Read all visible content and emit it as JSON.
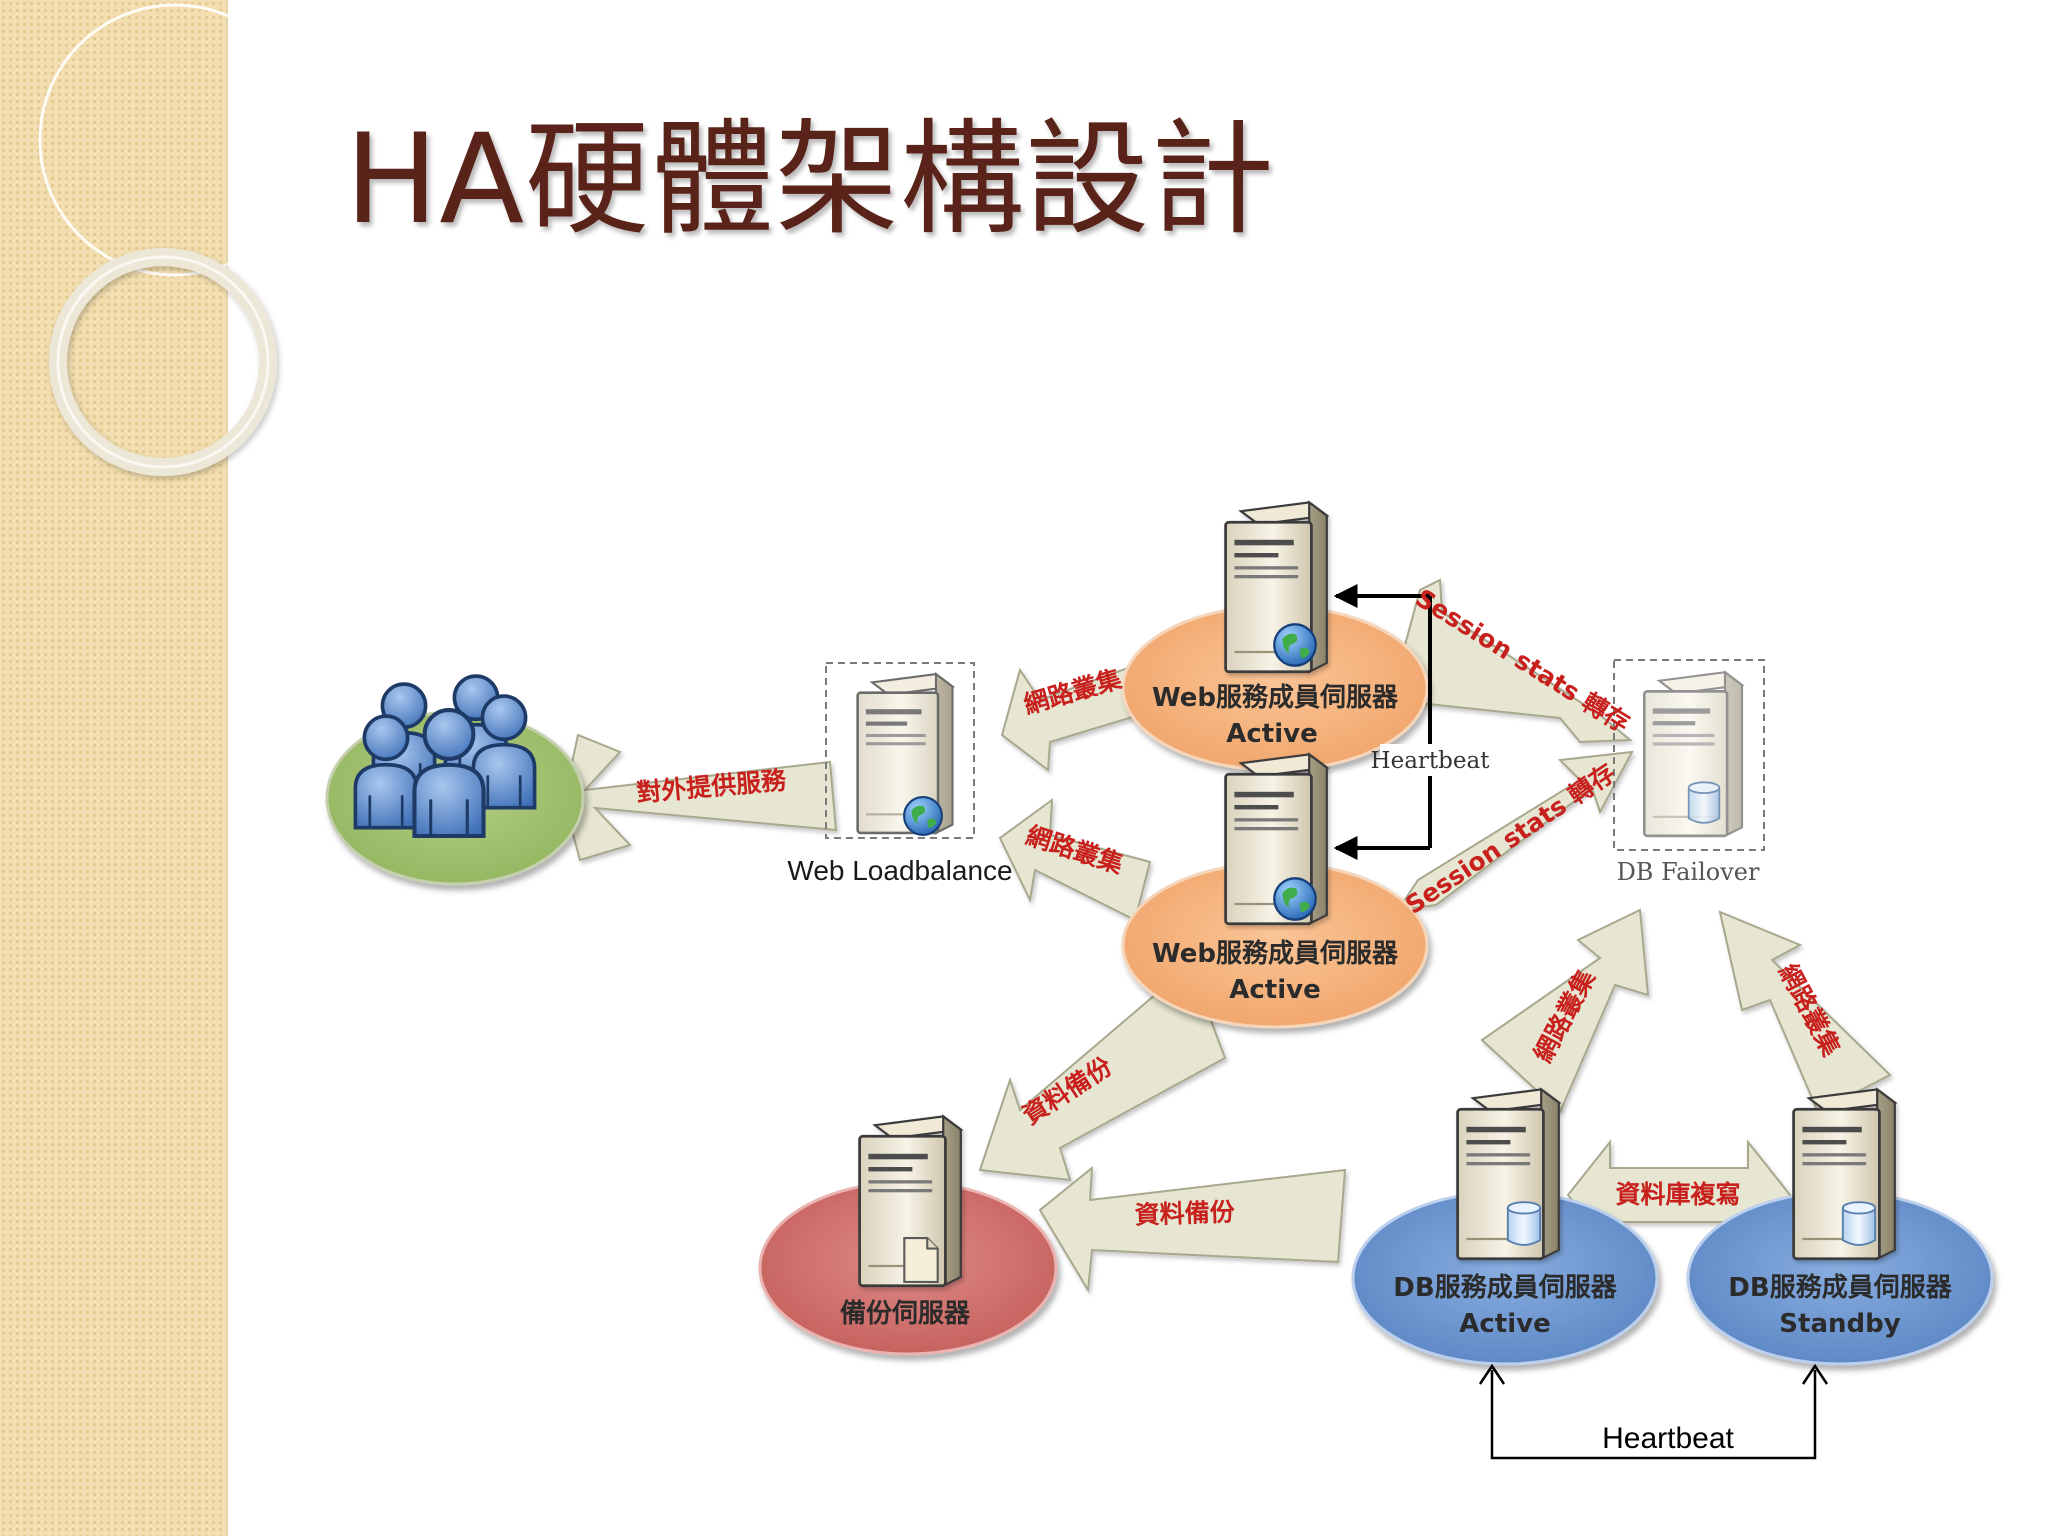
{
  "slide": {
    "title": "HA硬體架構設計",
    "colors": {
      "title": "#5a2319",
      "sidebar": "#f2deb0",
      "arrow_text": "#c8201d",
      "arrow_fill": "#e6e6d2"
    }
  },
  "nodes": {
    "web_loadbalance": "Web Loadbalance",
    "web_server_1": {
      "line1": "Web服務成員伺服器",
      "line2": "Active"
    },
    "web_server_2": {
      "line1": "Web服務成員伺服器",
      "line2": "Active"
    },
    "db_failover": "DB Failover",
    "backup_server": "備份伺服器",
    "db_active": {
      "line1": "DB服務成員伺服器",
      "line2": "Active"
    },
    "db_standby": {
      "line1": "DB服務成員伺服器",
      "line2": "Standby"
    }
  },
  "arrows": {
    "external_service": "對外提供服務",
    "network_cluster_1": "網路叢集",
    "network_cluster_2": "網路叢集",
    "session_transfer_1": "Session stats 轉存",
    "session_transfer_2": "Session stats 轉存",
    "data_backup_1": "資料備份",
    "data_backup_2": "資料備份",
    "db_cluster_1": "網路叢集",
    "db_cluster_2": "網路叢集",
    "db_replication": "資料庫複寫",
    "heartbeat_web": "Heartbeat",
    "heartbeat_db": "Heartbeat"
  },
  "icons": {
    "users": "users-group-icon",
    "server": "server-tower-icon",
    "globe": "globe-icon",
    "database": "database-cylinder-icon",
    "document": "document-icon"
  }
}
